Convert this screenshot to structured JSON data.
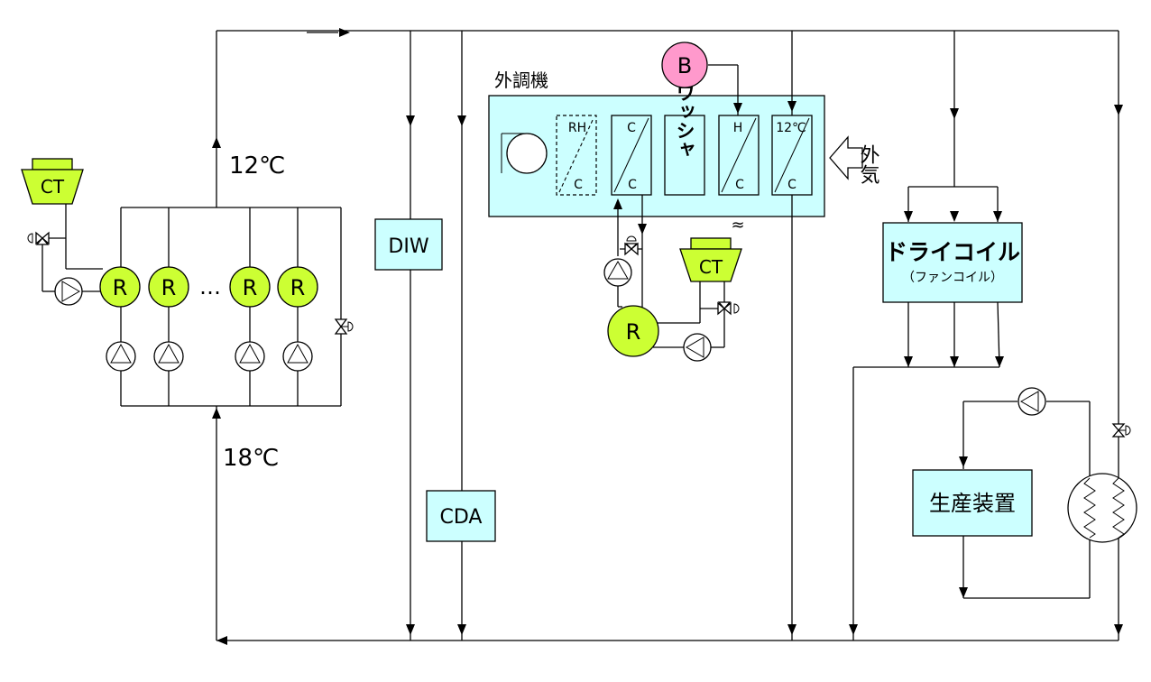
{
  "labels": {
    "temp_supply": "12℃",
    "temp_return": "18℃",
    "ct_left": "CT",
    "ct_mid": "CT",
    "refrigerator": "R",
    "ellipsis": "…",
    "diw": "DIW",
    "cda": "CDA",
    "ahu_title": "外調機",
    "boiler": "B",
    "coil_rh_top": "RH",
    "coil_rh_bottom": "C",
    "coil_c_top": "C",
    "coil_c_bottom": "C",
    "washer": "ワッシャ",
    "coil_h_top": "H",
    "coil_h_bottom": "C",
    "coil_12_top": "12℃",
    "coil_12_bottom": "C",
    "outside_air": "外気",
    "dry_coil_title": "ドライコイル",
    "dry_coil_sub": "（ファンコイル）",
    "production": "生産装置",
    "steam_mark": "≈"
  },
  "colors": {
    "box_fill": "#ccffff",
    "refrigerator_fill": "#ccff33",
    "boiler_fill": "#ff99cc",
    "line": "#000000"
  }
}
